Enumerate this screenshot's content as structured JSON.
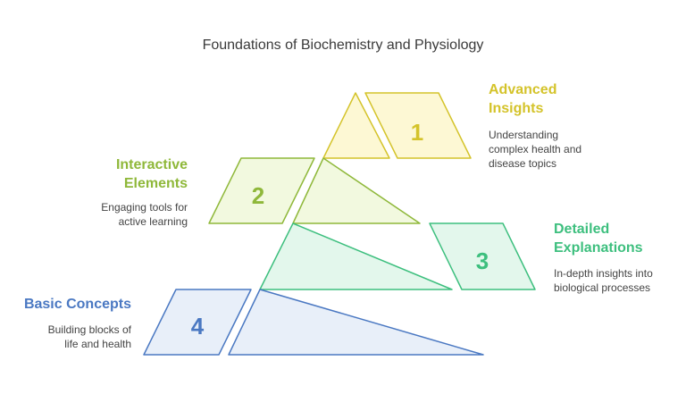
{
  "title": "Foundations of Biochemistry and Physiology",
  "levels": [
    {
      "number": "1",
      "heading": "Advanced\nInsights",
      "description": "Understanding\ncomplex health and\ndisease topics",
      "color": "#d4c32a",
      "fill": "#fdf8d4"
    },
    {
      "number": "2",
      "heading": "Interactive\nElements",
      "description": "Engaging tools for\nactive learning",
      "color": "#8fb83a",
      "fill": "#f2f9df"
    },
    {
      "number": "3",
      "heading": "Detailed\nExplanations",
      "description": "In-depth insights into\nbiological processes",
      "color": "#3dbf7e",
      "fill": "#e3f7ec"
    },
    {
      "number": "4",
      "heading": "Basic Concepts",
      "description": "Building blocks of\nlife and health",
      "color": "#4a78c2",
      "fill": "#e8eff9"
    }
  ]
}
